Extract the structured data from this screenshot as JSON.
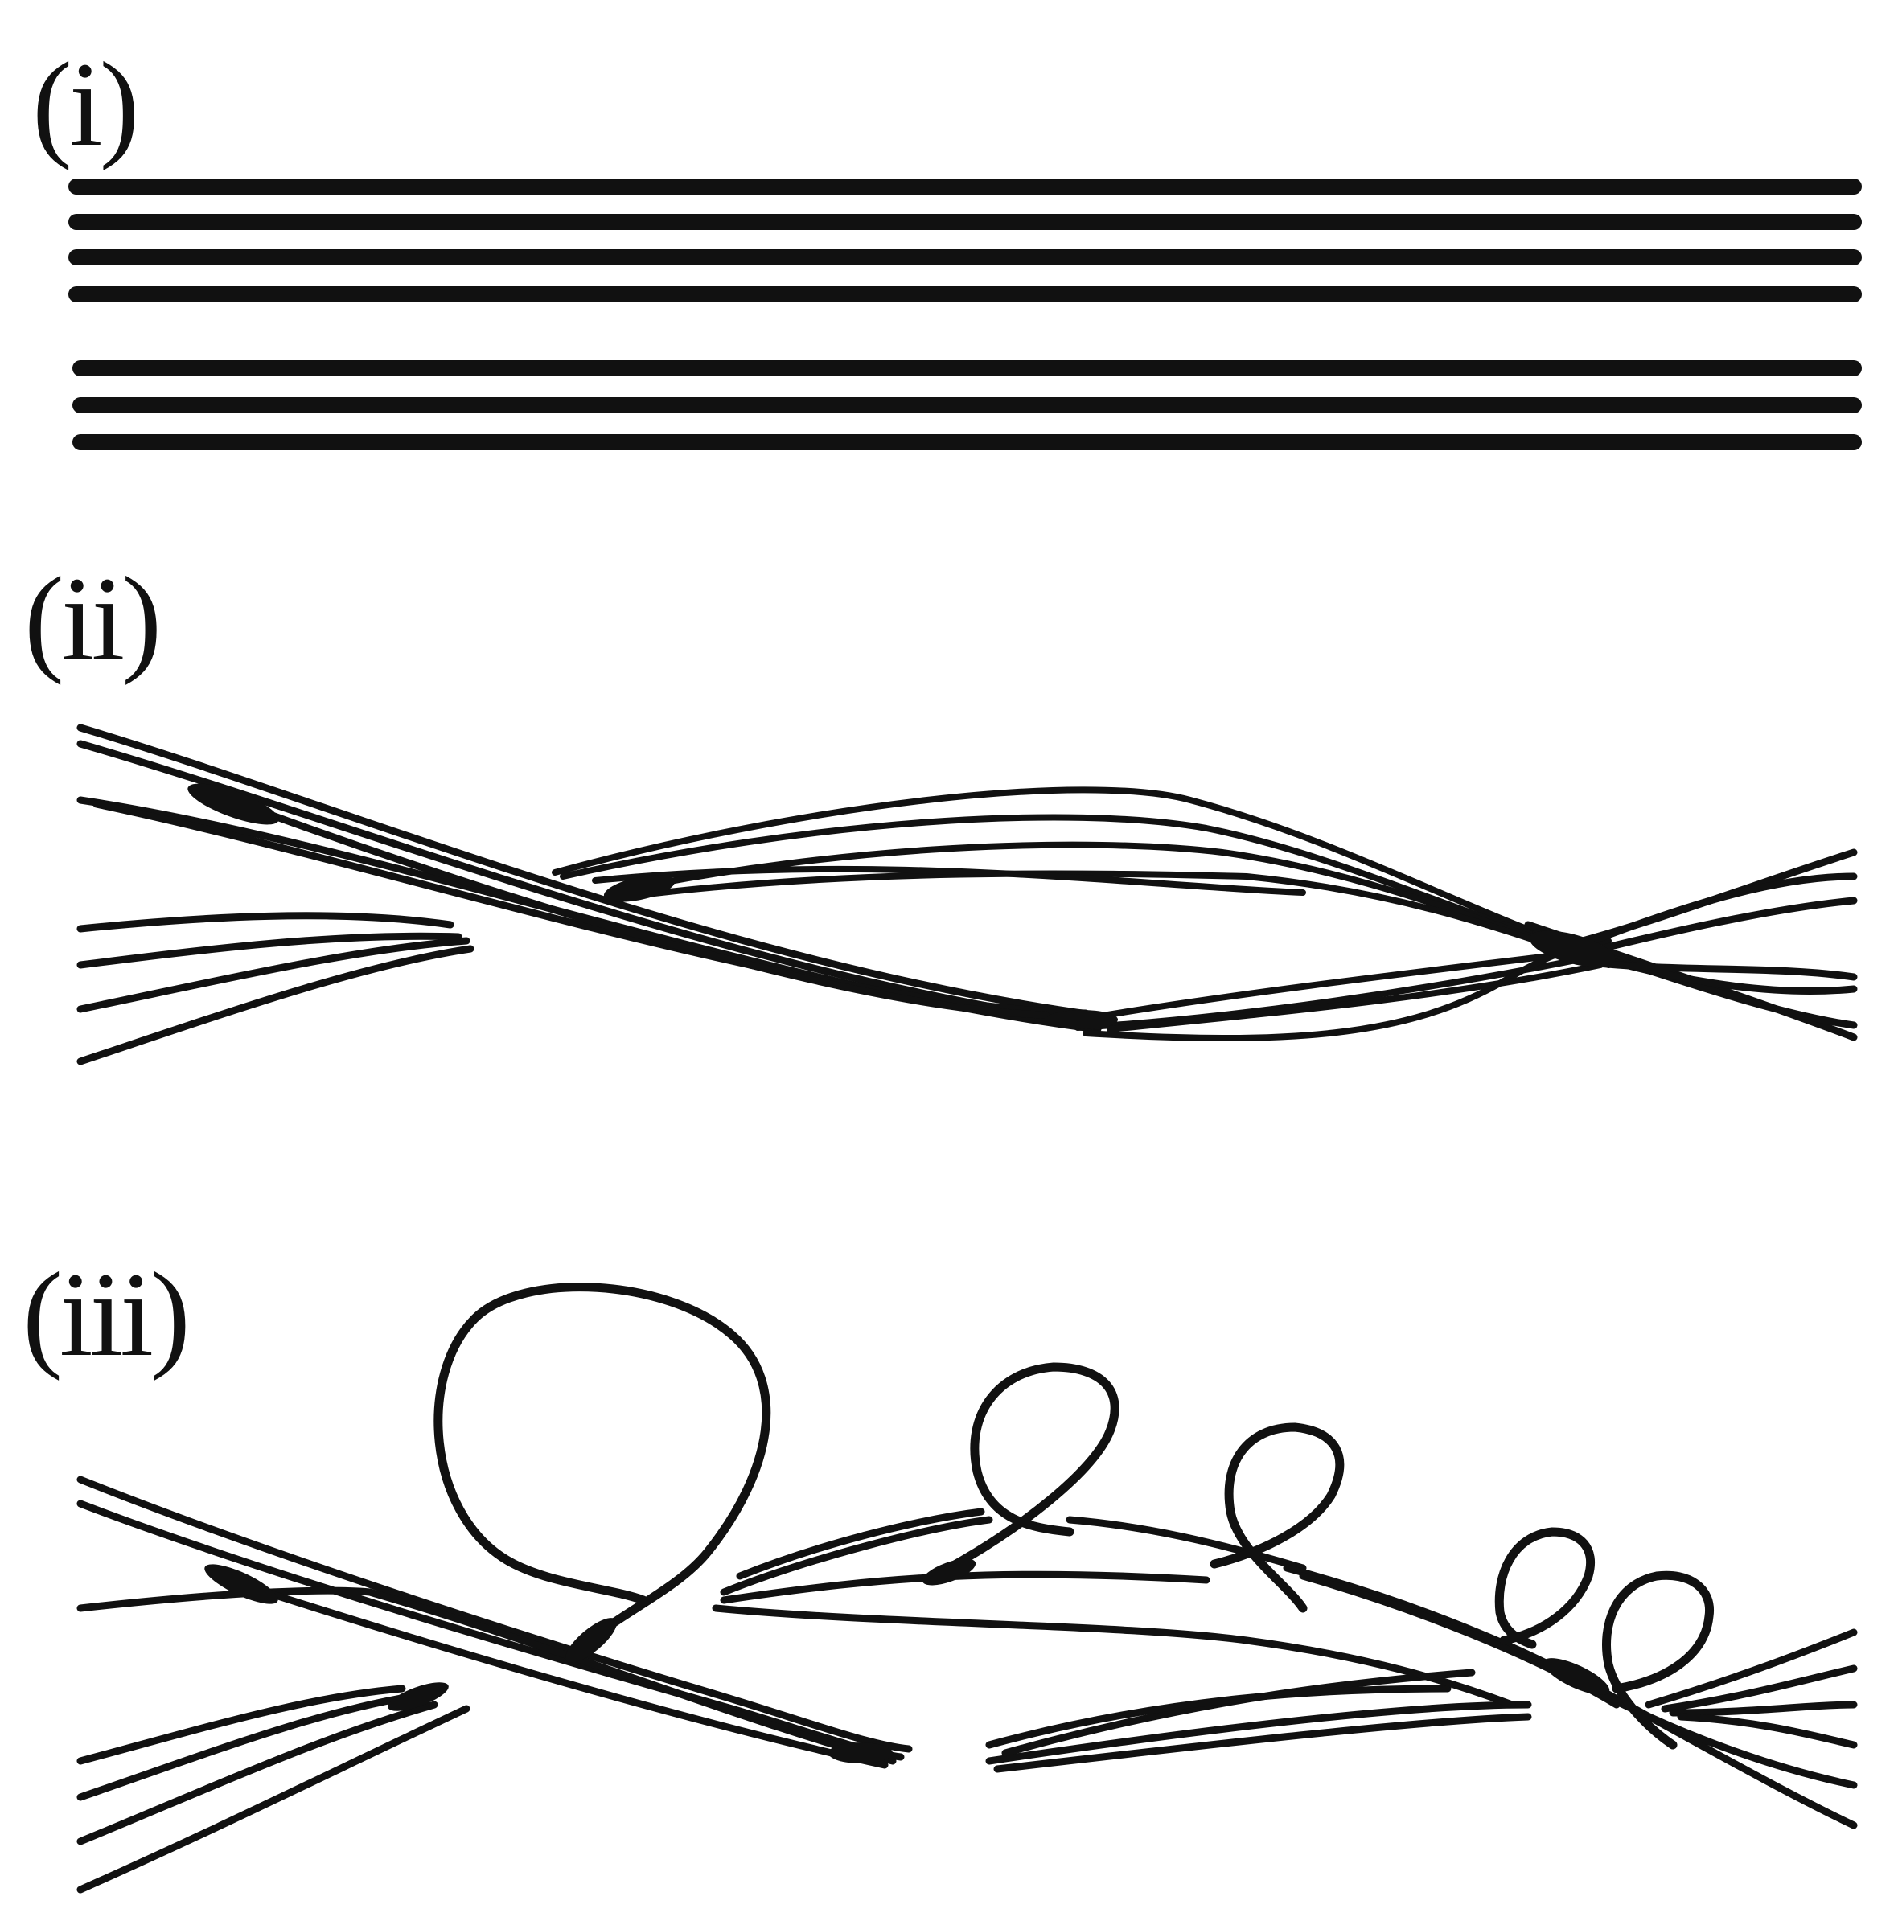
{
  "panels": [
    {
      "id": "i",
      "label": "(i)",
      "state": "aligned parallel fibres"
    },
    {
      "id": "ii",
      "label": "(ii)",
      "state": "twisted fibre bundle"
    },
    {
      "id": "iii",
      "label": "(iii)",
      "state": "twisted bundle with loops"
    }
  ],
  "colors": {
    "ink": "#111111",
    "background": "#ffffff"
  }
}
